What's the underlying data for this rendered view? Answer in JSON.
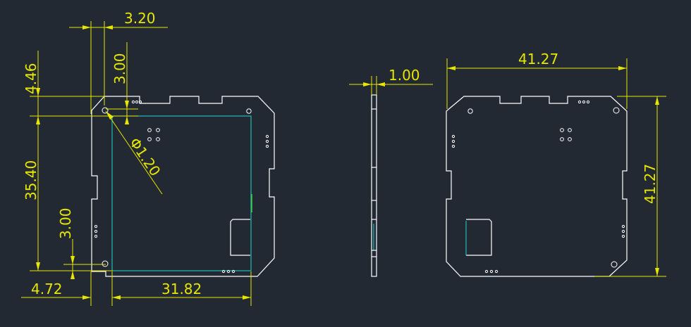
{
  "drawing": {
    "colors": {
      "background": "#222933",
      "dimension": "#e6e600",
      "outline": "#ffffff",
      "component": "#1fc7c7",
      "marker": "#3cd13c"
    },
    "front_view": {
      "dim_top_width": "3.20",
      "dim_vertical_offset": "3.00",
      "dim_left_offset": "4.46",
      "dim_diameter": "Φ1.20",
      "dim_height": "35.40",
      "dim_bottom_offset": "3.00",
      "dim_bottom_left": "4.72",
      "dim_bottom_width": "31.82"
    },
    "side_view": {
      "dim_thickness": "1.00"
    },
    "back_view": {
      "dim_width": "41.27",
      "dim_height": "41.27"
    }
  }
}
